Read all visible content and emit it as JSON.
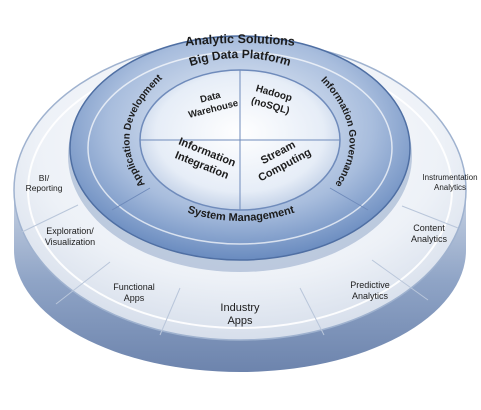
{
  "outer_ring": {
    "title": "Analytic Solutions",
    "segments": [
      {
        "lines": [
          "BI/",
          "Reporting"
        ]
      },
      {
        "lines": [
          "Exploration/",
          "Visualization"
        ]
      },
      {
        "lines": [
          "Functional",
          "Apps"
        ]
      },
      {
        "lines": [
          "Industry",
          "Apps"
        ]
      },
      {
        "lines": [
          "Predictive",
          "Analytics"
        ]
      },
      {
        "lines": [
          "Content",
          "Analytics"
        ]
      },
      {
        "lines": [
          "Instrumentation",
          "Analytics"
        ]
      }
    ]
  },
  "platform": {
    "title": "Big Data Platform",
    "left_arc": "Application Development",
    "right_arc": "Information Governance",
    "bottom": "System Management"
  },
  "core": {
    "data_warehouse": [
      "Data",
      "Warehouse"
    ],
    "hadoop": [
      "Hadoop",
      "(noSQL)"
    ],
    "information_integration": [
      "Information",
      "Integration"
    ],
    "stream_computing": [
      "Stream",
      "Computing"
    ]
  },
  "colors": {
    "blue_dark": "#5a7fb8",
    "blue_mid": "#a9bfdf",
    "blue_light": "#e8eef8",
    "silver": "#dde3ec",
    "text": "#1c1c1c"
  }
}
